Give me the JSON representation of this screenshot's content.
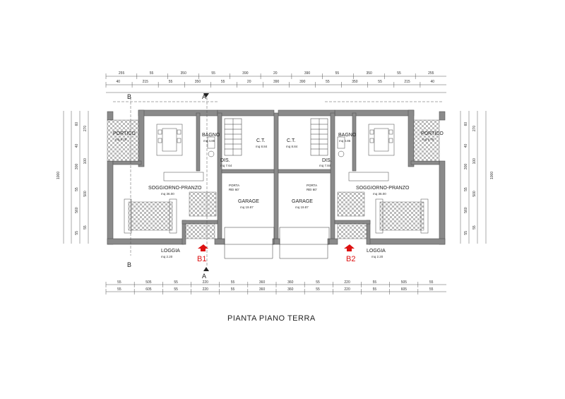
{
  "title": "PIANTA PIANO TERRA",
  "sections": {
    "a_top": "A",
    "a_bottom": "A",
    "b_top": "B",
    "b_bottom": "B"
  },
  "units": {
    "left": "B1",
    "right": "B2"
  },
  "rooms": {
    "portico_left": {
      "name": "PORTICO",
      "area": "mq 9.78"
    },
    "portico_right": {
      "name": "PORTICO",
      "area": "mq 9.78"
    },
    "bagno_left": {
      "name": "BAGNO",
      "area": "mq 4.86"
    },
    "bagno_right": {
      "name": "BAGNO",
      "area": "mq 4.86"
    },
    "ct_left": {
      "name": "C.T.",
      "area": "mq 8.84"
    },
    "ct_right": {
      "name": "C.T.",
      "area": "mq 8.84"
    },
    "dis_left": {
      "name": "DIS.",
      "area": "mq 7.64"
    },
    "dis_right": {
      "name": "DIS.",
      "area": "mq 7.84"
    },
    "soggiorno_left": {
      "name": "SOGGIORNO-PRANZO",
      "area": "mq 36.00"
    },
    "soggiorno_right": {
      "name": "SOGGIORNO-PRANZO",
      "area": "mq 36.00"
    },
    "garage_left": {
      "name": "GARAGE",
      "area": "mq 19.87"
    },
    "garage_right": {
      "name": "GARAGE",
      "area": "mq 19.87"
    },
    "loggia_left": {
      "name": "LOGGIA",
      "area": "mq 2.20"
    },
    "loggia_right": {
      "name": "LOGGIA",
      "area": "mq 2.20"
    }
  },
  "door_labels": {
    "porta_left": {
      "l1": "PORTA",
      "l2": "REI 60'"
    },
    "porta_right": {
      "l1": "PORTA",
      "l2": "REI 60'"
    }
  },
  "dims": {
    "top_row1": [
      "255",
      "55",
      "350",
      "55",
      "390",
      "20",
      "390",
      "55",
      "350",
      "55",
      "255"
    ],
    "top_row2": [
      "40",
      "215",
      "55",
      "350",
      "55",
      "20",
      "390",
      "390",
      "55",
      "350",
      "55",
      "215",
      "40"
    ],
    "bottom_row1": [
      "55",
      "505",
      "55",
      "220",
      "55",
      "360",
      "360",
      "55",
      "220",
      "55",
      "505",
      "55"
    ],
    "bottom_row2": [
      "55",
      "605",
      "55",
      "220",
      "55",
      "360",
      "360",
      "55",
      "220",
      "55",
      "605",
      "55"
    ],
    "left_total": "1000",
    "right_total": "1000",
    "left_col1": [
      "60",
      "40",
      "300",
      "55",
      "560",
      "55"
    ],
    "left_col2": [
      "270",
      "100",
      "500",
      "55"
    ],
    "right_col1": [
      "60",
      "40",
      "300",
      "55",
      "560",
      "55"
    ],
    "right_col2": [
      "270",
      "100",
      "500",
      "55"
    ]
  }
}
